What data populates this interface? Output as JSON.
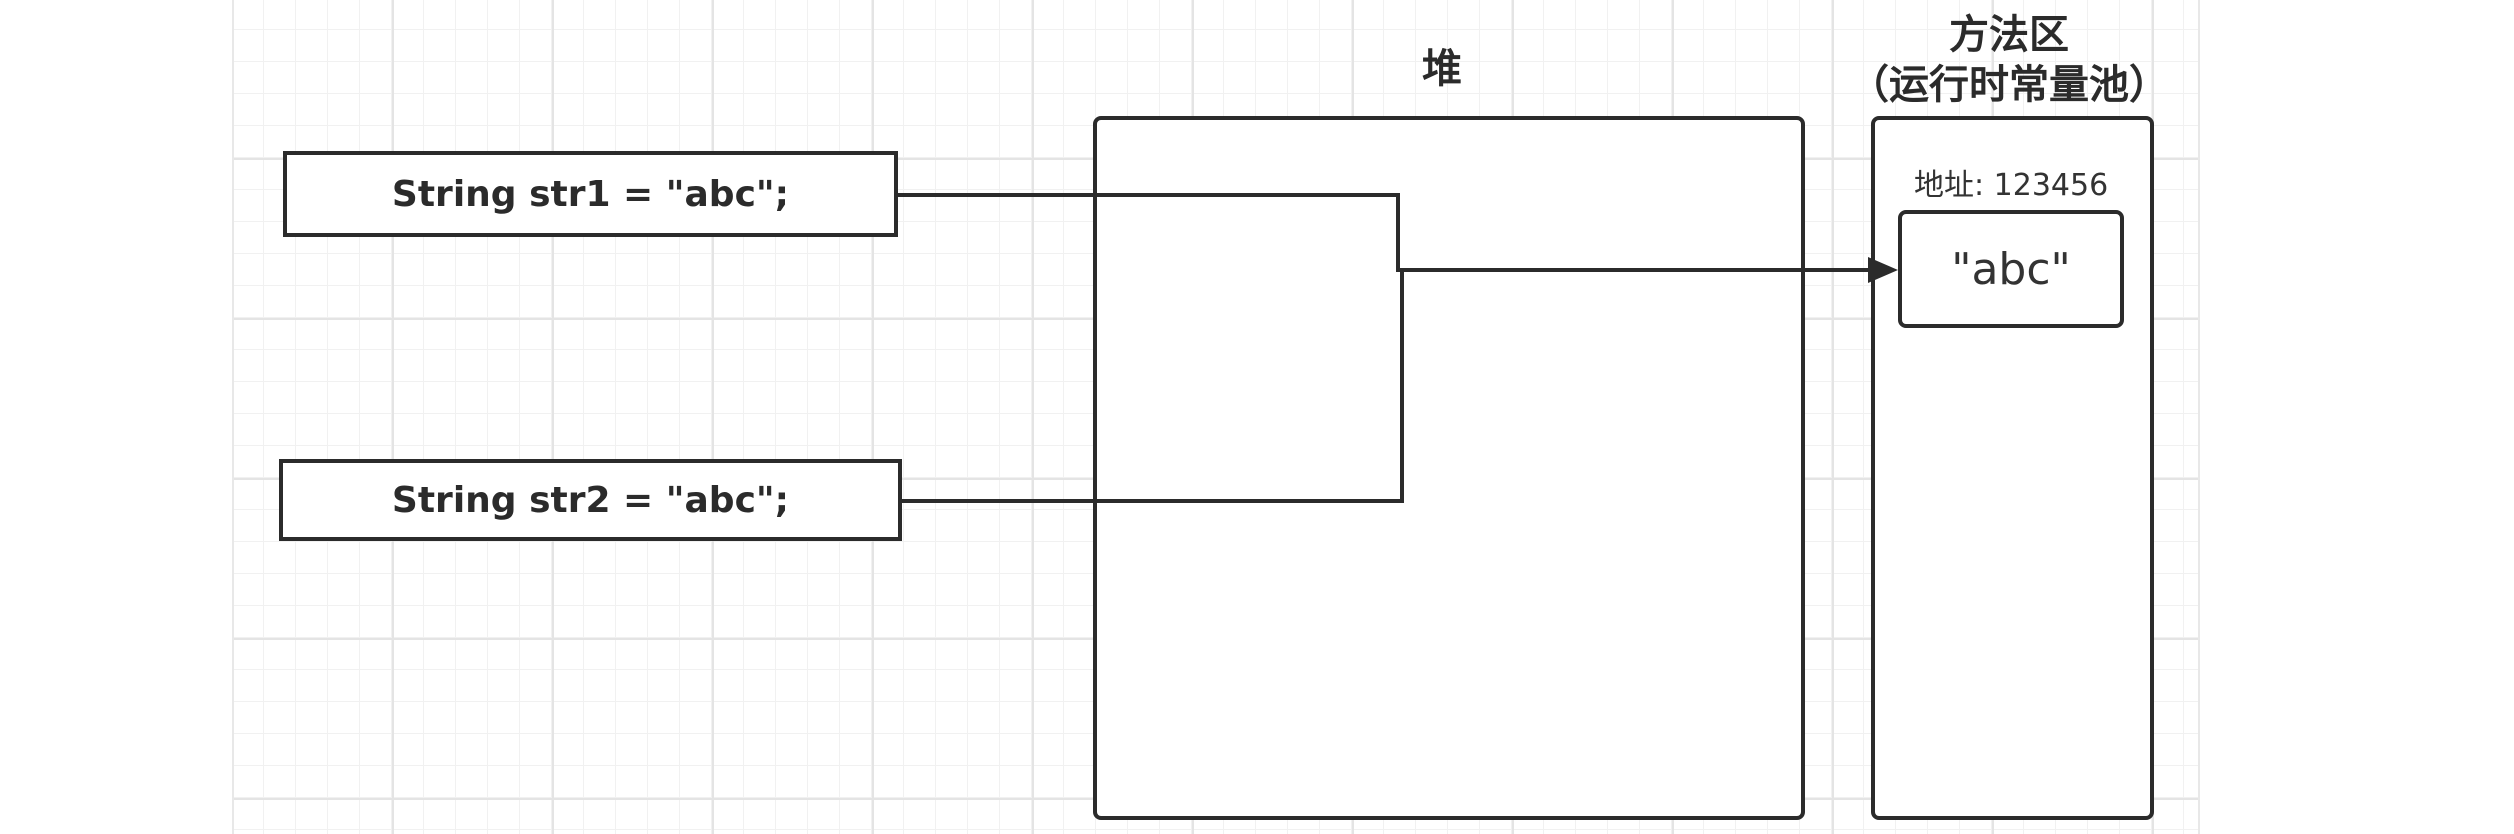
{
  "diagram": {
    "declarations": [
      {
        "text": "String str1 = \"abc\";"
      },
      {
        "text": "String str2 = \"abc\";"
      }
    ],
    "heap": {
      "title": "堆"
    },
    "method_area": {
      "title_line1": "方法区",
      "title_line2": "（运行时常量池）",
      "address_label": "地址: 123456",
      "string_literal": "\"abc\""
    },
    "colors": {
      "stroke": "#2b2b2b",
      "grid": "#e4e4e4"
    }
  }
}
